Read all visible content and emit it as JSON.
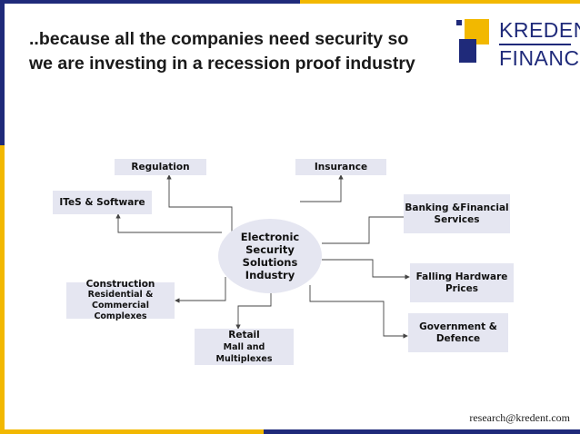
{
  "slide": {
    "title_lines": [
      "..because all the companies need security so",
      "we are investing in a recession proof industry"
    ],
    "footer": "research@kredent.com"
  },
  "logo": {
    "line1": "KREDENT",
    "line2": "FINANCE",
    "colors": {
      "navy": "#1f2a7a",
      "gold": "#f2b800"
    }
  },
  "diagram": {
    "center": [
      "Electronic",
      "Security",
      "Solutions",
      "Industry"
    ],
    "nodes": {
      "regulation": [
        "Regulation"
      ],
      "insurance": [
        "Insurance"
      ],
      "ites": [
        "ITeS & Software"
      ],
      "banking": [
        "Banking &Financial",
        "Services"
      ],
      "construction": [
        "Construction",
        "Residential &",
        "Commercial Complexes"
      ],
      "hardware": [
        "Falling Hardware",
        "Prices"
      ],
      "government": [
        "Government &",
        "Defence"
      ],
      "retail": [
        "Retail",
        "Mall and Multiplexes"
      ]
    }
  },
  "colors": {
    "box_fill": "#e5e6f1",
    "line": "#444444",
    "accent_navy": "#1f2a7a",
    "accent_gold": "#f2b800"
  }
}
